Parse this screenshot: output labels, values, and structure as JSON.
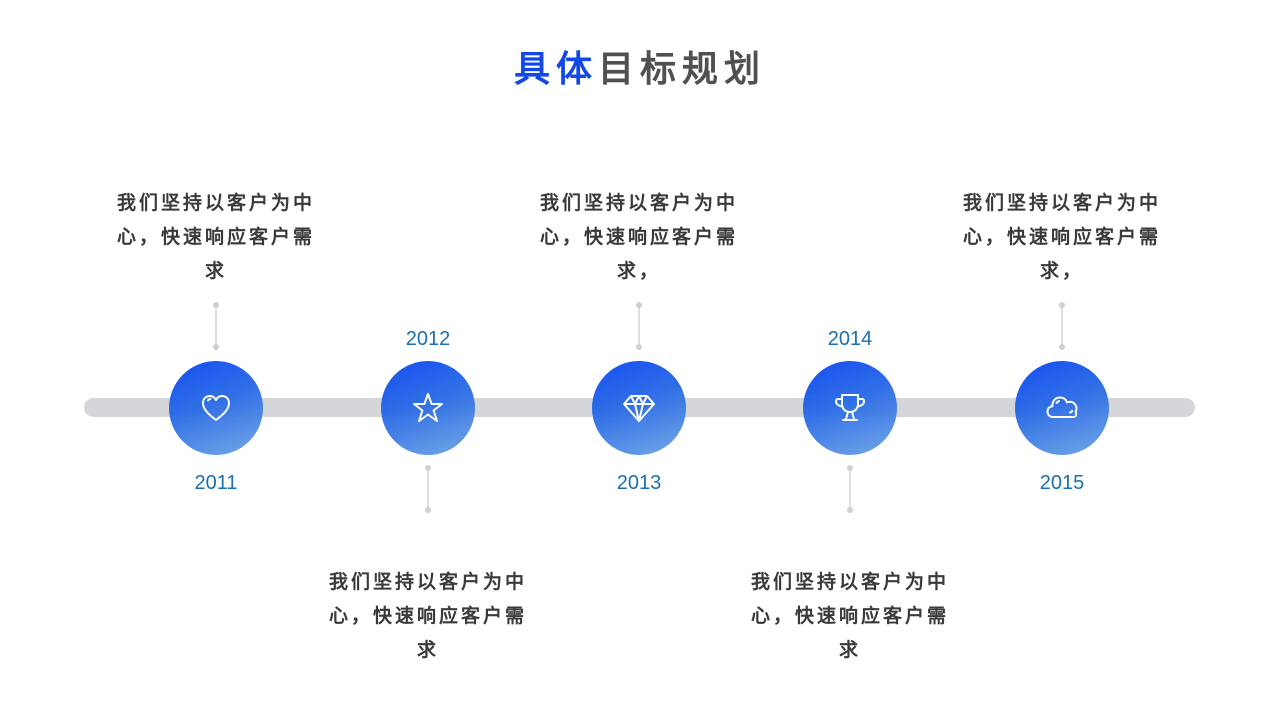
{
  "title": {
    "accent": "具体",
    "rest": "目标规划",
    "accent_color": "#1347e8",
    "rest_color": "#505050"
  },
  "timeline": {
    "track_color": "#d4d6d9",
    "node_gradient": [
      "#0a46f0",
      "#6fa5e4"
    ],
    "year_color": "#1a6fb0",
    "items": [
      {
        "year": "2011",
        "icon": "heart-icon",
        "year_position": "below",
        "desc_position": "above",
        "desc_line1": "我们坚持以客户为中",
        "desc_line2": "心，快速响应客户需",
        "desc_line3": "求"
      },
      {
        "year": "2012",
        "icon": "star-icon",
        "year_position": "above",
        "desc_position": "below",
        "desc_line1": "我们坚持以客户为中",
        "desc_line2": "心，快速响应客户需",
        "desc_line3": "求"
      },
      {
        "year": "2013",
        "icon": "diamond-icon",
        "year_position": "below",
        "desc_position": "above",
        "desc_line1": "我们坚持以客户为中",
        "desc_line2": "心，快速响应客户需",
        "desc_line3": "求，"
      },
      {
        "year": "2014",
        "icon": "trophy-icon",
        "year_position": "above",
        "desc_position": "below",
        "desc_line1": "我们坚持以客户为中",
        "desc_line2": "心，快速响应客户需",
        "desc_line3": "求"
      },
      {
        "year": "2015",
        "icon": "cloud-icon",
        "year_position": "below",
        "desc_position": "above",
        "desc_line1": "我们坚持以客户为中",
        "desc_line2": "心，快速响应客户需",
        "desc_line3": "求，"
      }
    ]
  }
}
